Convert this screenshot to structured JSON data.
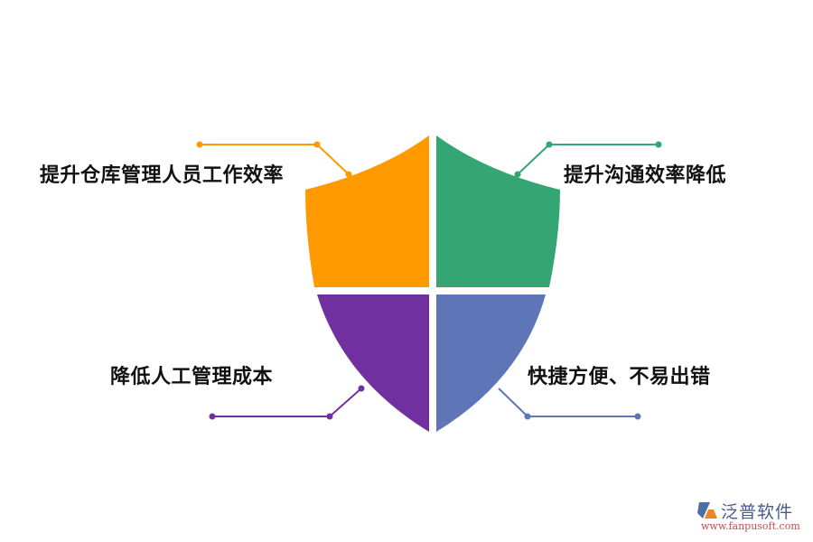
{
  "quadrants": [
    {
      "id": "top-left",
      "label": "提升仓库管理人员工作效率",
      "color": "#ff9900"
    },
    {
      "id": "top-right",
      "label": "提升沟通效率降低",
      "color": "#34a673"
    },
    {
      "id": "bottom-left",
      "label": "降低人工管理成本",
      "color": "#7030a0"
    },
    {
      "id": "bottom-right",
      "label": "快捷方便、不易出错",
      "color": "#5e76b8"
    }
  ],
  "logo": {
    "brand": "泛普软件",
    "url": "www.fanpusoft.com",
    "icon_colors": [
      "#4a6fa5",
      "#e8862c"
    ]
  }
}
